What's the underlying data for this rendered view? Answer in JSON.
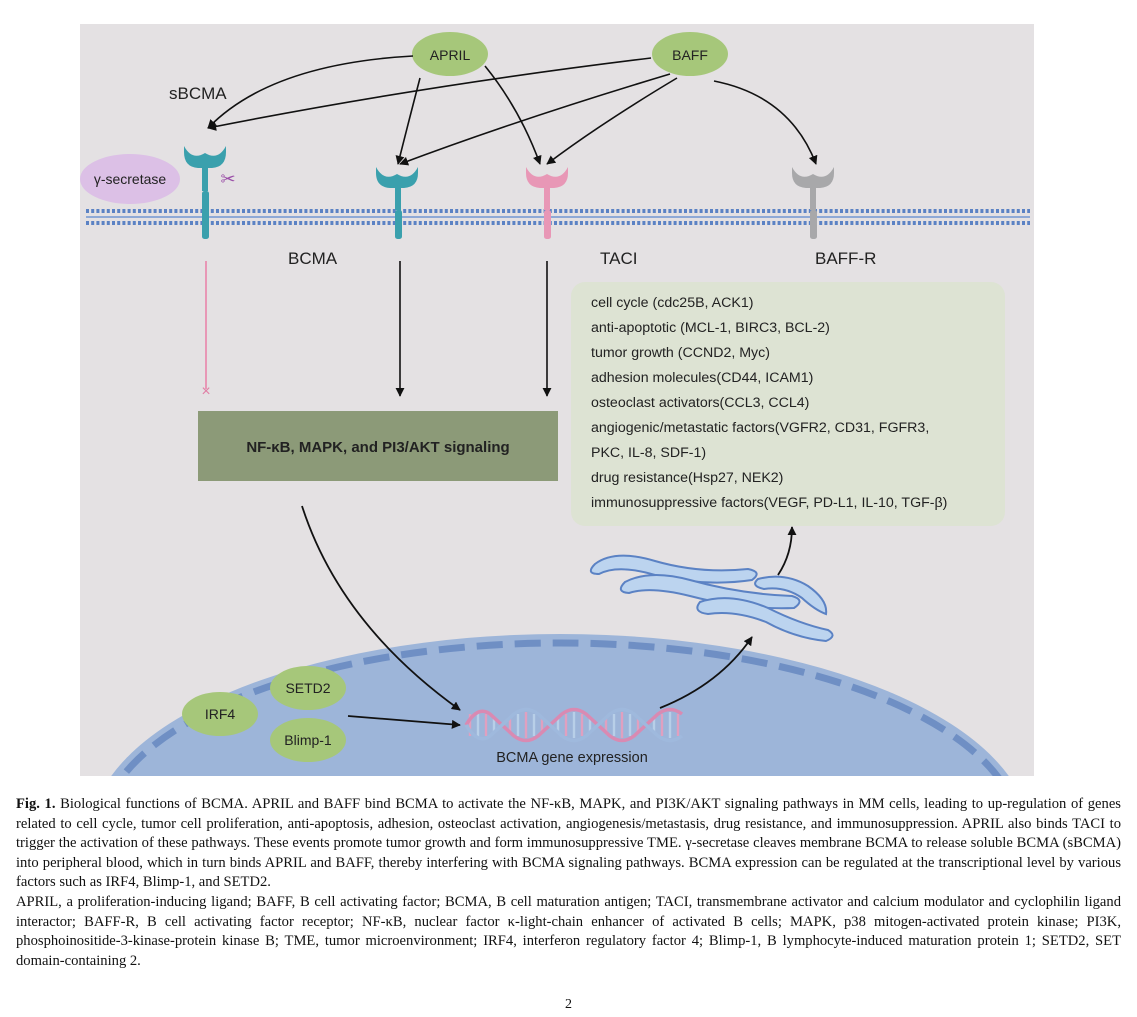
{
  "figure": {
    "ligands": {
      "april": "APRIL",
      "baff": "BAFF"
    },
    "receptors": {
      "sbcma": "sBCMA",
      "bcma": "BCMA",
      "taci": "TACI",
      "baff_r": "BAFF-R"
    },
    "enzyme": "γ-secretase",
    "signaling_box": "NF-κB, MAPK, and PI3/AKT signaling",
    "gene_list": [
      "cell cycle (cdc25B, ACK1)",
      "anti-apoptotic (MCL-1, BIRC3, BCL-2)",
      "tumor growth (CCND2, Myc)",
      "adhesion molecules(CD44, ICAM1)",
      "osteoclast activators(CCL3, CCL4)",
      "angiogenic/metastatic factors(VGFR2, CD31, FGFR3,",
      "PKC, IL-8, SDF-1)",
      "drug resistance(Hsp27, NEK2)",
      "immunosuppressive factors(VEGF, PD-L1, IL-10, TGF-β)"
    ],
    "regulators": {
      "setd2": "SETD2",
      "irf4": "IRF4",
      "blimp1": "Blimp-1"
    },
    "gene_expression": "BCMA gene expression",
    "colors": {
      "background": "#e4e1e3",
      "membrane": "#5b82c4",
      "bcma": "#3aa0ad",
      "taci": "#e897b6",
      "baff_r": "#a8a8aa",
      "ligand": "#a6c77a",
      "secretase": "#dcc0e6",
      "signaling_box": "#8c9a78",
      "gene_box": "#dde3d3",
      "nucleus": "#9db5d9",
      "nucleus_border": "#6f8fc4"
    }
  },
  "caption": {
    "fig_label": "Fig. 1.",
    "text": "Biological functions of BCMA. APRIL and BAFF bind BCMA to activate the NF-κB, MAPK, and PI3K/AKT signaling pathways in MM cells, leading to up-regulation of genes related to cell cycle, tumor cell proliferation, anti-apoptosis, adhesion, osteoclast activation, angiogenesis/metastasis, drug resistance, and immunosuppression. APRIL also binds TACI to trigger the activation of these pathways. These events promote tumor growth and form immunosuppressive TME. γ-secretase cleaves membrane BCMA to release soluble BCMA (sBCMA) into peripheral blood, which in turn binds APRIL and BAFF, thereby interfering with BCMA signaling pathways. BCMA expression can be regulated at the transcriptional level by various factors such as IRF4, Blimp-1, and SETD2.",
    "abbreviations": "APRIL, a proliferation-inducing ligand; BAFF, B cell activating factor; BCMA, B cell maturation antigen; TACI, transmembrane activator and calcium modulator and cyclophilin ligand interactor; BAFF-R, B cell activating factor receptor; NF-κB, nuclear factor κ-light-chain enhancer of activated B cells; MAPK, p38 mitogen-activated protein kinase; PI3K, phosphoinositide-3-kinase-protein kinase B; TME, tumor microenvironment; IRF4, interferon regulatory factor 4; Blimp-1, B lymphocyte-induced maturation protein 1; SETD2, SET domain-containing 2."
  },
  "page_number": "2"
}
